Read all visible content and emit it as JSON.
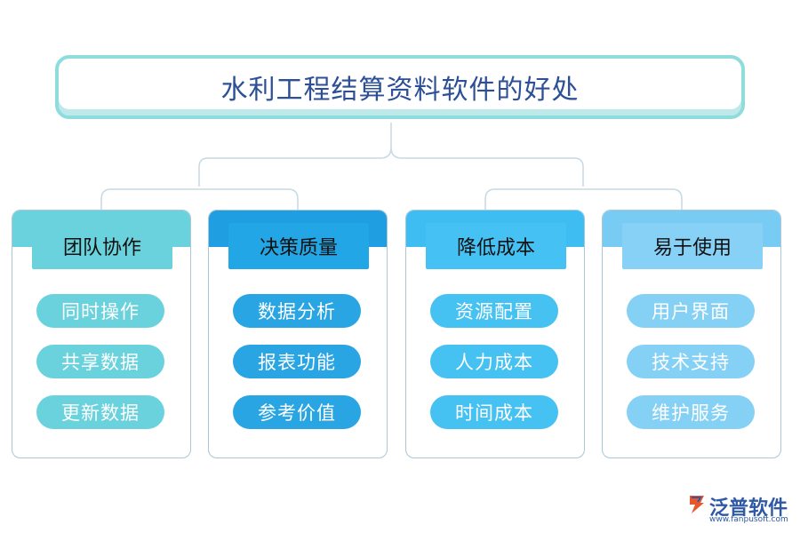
{
  "title": "水利工程结算资料软件的好处",
  "colors": {
    "card1_band": "#6ad2dc",
    "card1_head": "#6ad2dc",
    "card1_pill": "#6ad2dc",
    "card2_band": "#1f9ee2",
    "card2_head": "#23a6e6",
    "card2_pill": "#2aa5e3",
    "card3_band": "#3dbdf2",
    "card3_head": "#45c2f3",
    "card3_pill": "#45c1f2",
    "card4_band": "#78ccf4",
    "card4_head": "#86d1f5",
    "card4_pill": "#85d1f5",
    "title_text": "#2c4f95"
  },
  "categories": [
    {
      "heading": "团队协作",
      "items": [
        "同时操作",
        "共享数据",
        "更新数据"
      ]
    },
    {
      "heading": "决策质量",
      "items": [
        "数据分析",
        "报表功能",
        "参考价值"
      ]
    },
    {
      "heading": "降低成本",
      "items": [
        "资源配置",
        "人力成本",
        "时间成本"
      ]
    },
    {
      "heading": "易于使用",
      "items": [
        "用户界面",
        "技术支持",
        "维护服务"
      ]
    }
  ],
  "logo": {
    "name": "泛普软件",
    "url": "www.fanpusoft.com",
    "icon": "fanpu-logo-icon"
  }
}
